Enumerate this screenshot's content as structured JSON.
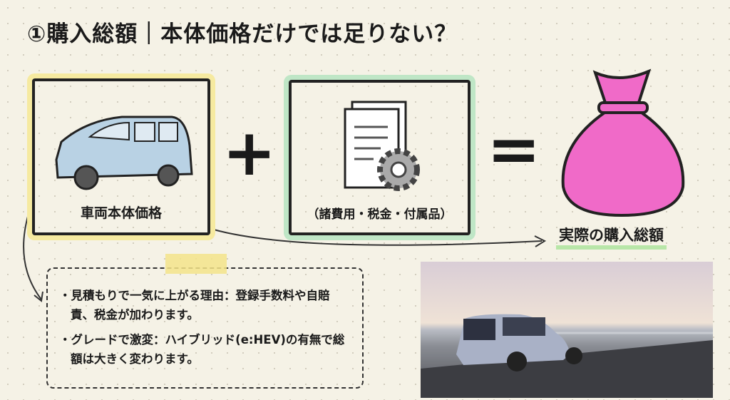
{
  "title": "①購入総額｜本体価格だけでは足りない？",
  "vehicle_price": {
    "label": "車両本体価格",
    "icon": "minivan-icon",
    "highlight": "#f6eaa0"
  },
  "operator_plus": "+",
  "extra_costs": {
    "label": "（諸費用・税金・付属品）",
    "icon": "document-gear-icon",
    "highlight": "#bfe6c6"
  },
  "operator_equals": "=",
  "total": {
    "label": "実際の購入総額",
    "icon": "money-bag-icon",
    "bag_color": "#f06ac8"
  },
  "notes": [
    "・見積もりで一気に上がる理由：登録手数料や自賠責、税金が加わります。",
    "・グレードで激変：ハイブリッド(e:HEV)の有無で総額は大きく変わります。"
  ],
  "photo": {
    "alt": "minivan-on-bridge-photo"
  }
}
